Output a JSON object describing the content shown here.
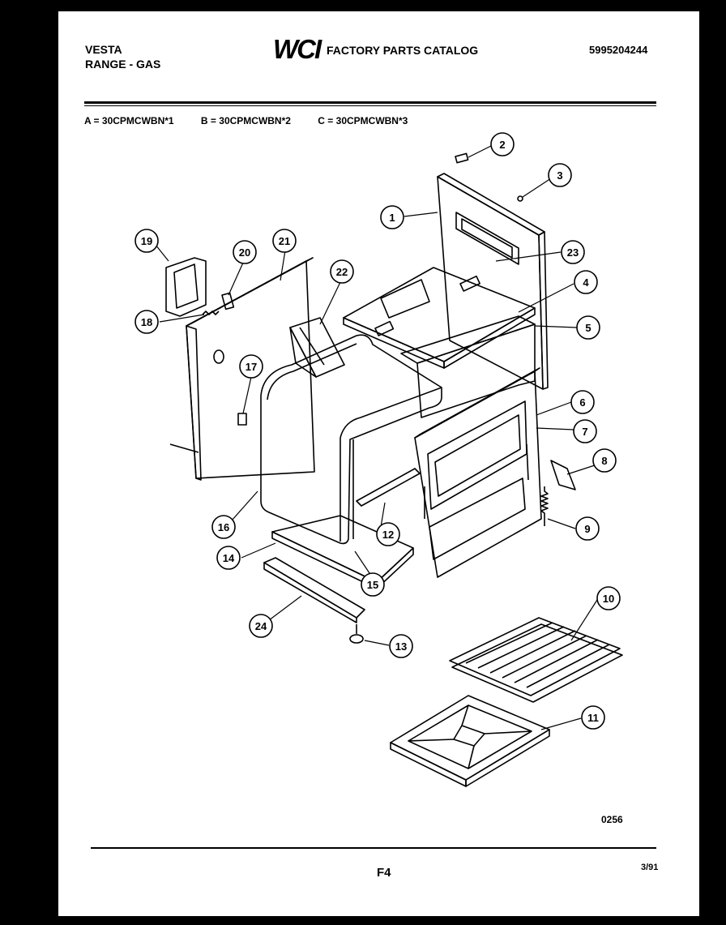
{
  "header": {
    "brand": "VESTA",
    "product": "RANGE - GAS",
    "logo": "WCI",
    "title": "FACTORY PARTS CATALOG",
    "catalog_number": "5995204244"
  },
  "models": [
    "A = 30CPMCWBN*1",
    "B = 30CPMCWBN*2",
    "C = 30CPMCWBN*3"
  ],
  "callouts": [
    "1",
    "2",
    "3",
    "4",
    "5",
    "6",
    "7",
    "8",
    "9",
    "10",
    "11",
    "12",
    "13",
    "14",
    "15",
    "16",
    "17",
    "18",
    "19",
    "20",
    "21",
    "22",
    "23",
    "24"
  ],
  "footer": {
    "diagram_code": "0256",
    "page": "F4",
    "date": "3/91"
  }
}
